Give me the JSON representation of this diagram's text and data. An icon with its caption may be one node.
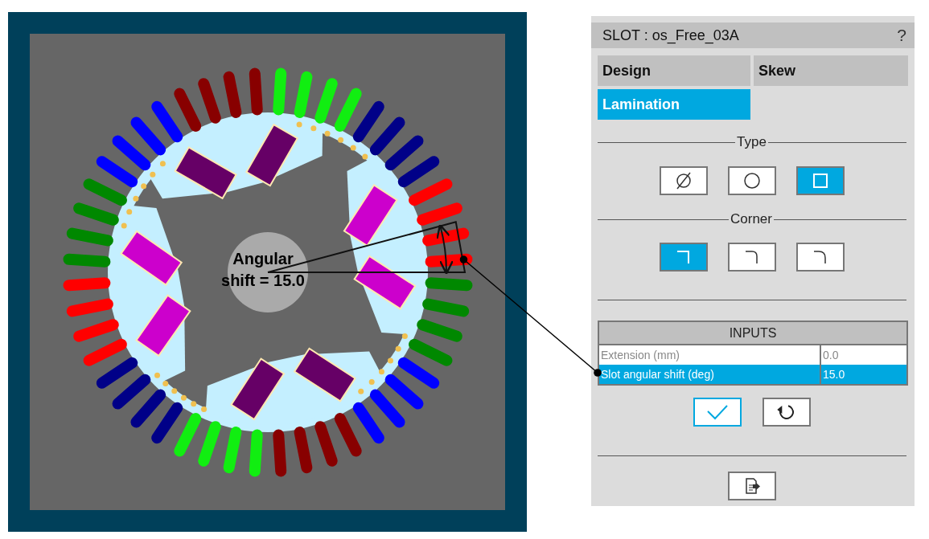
{
  "diagram": {
    "nodes": [
      {
        "text": [],
        "shape": "bar"
      },
      {
        "text": [
          "Slot angular shift (deg)",
          "15.0"
        ]
      }
    ],
    "edges": [
      {
        "from": 1,
        "to": 0,
        "arrow": "other"
      }
    ],
    "labels": [
      "Angular shift = 15.0",
      "SLOT : os_Free_03A",
      "?",
      "Design",
      "Skew",
      "Lamination",
      "Type",
      "Corner",
      "INPUTS",
      "Extension (mm)",
      "0.0"
    ]
  }
}
